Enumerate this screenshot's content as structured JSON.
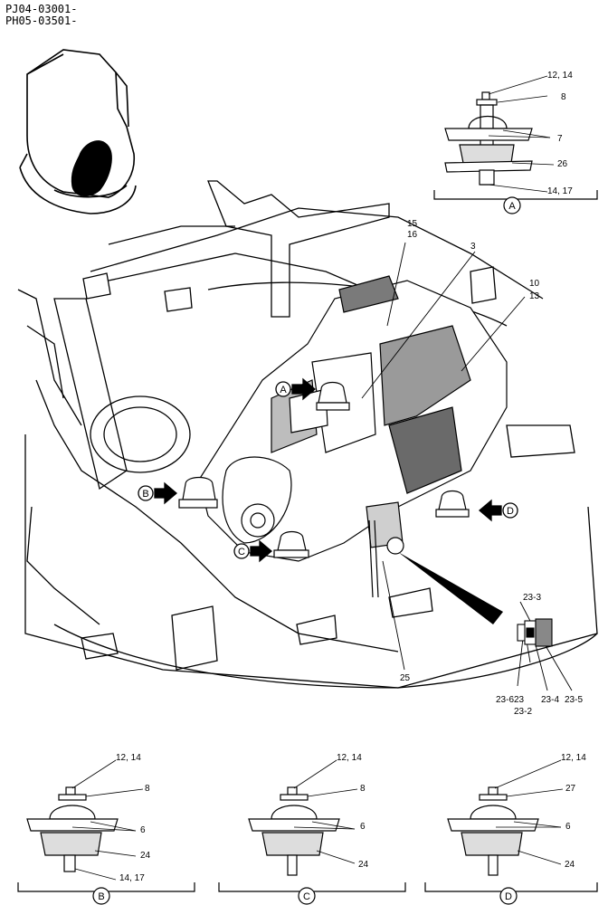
{
  "header": {
    "line1": "PJ04-03001-",
    "line2": "PH05-03501-"
  },
  "callouts": {
    "c12_14": "12, 14",
    "c8": "8",
    "c7": "7",
    "c26": "26",
    "c14_17": "14, 17",
    "c15": "15",
    "c16": "16",
    "c3": "3",
    "c10": "10",
    "c13": "13",
    "c25": "25",
    "c23_3": "23-3",
    "c23_6": "23-6",
    "c23": "23",
    "c23_2": "23-2",
    "c23_4": "23-4",
    "c23_5": "23-5",
    "b12_14": "12, 14",
    "b8": "8",
    "b6": "6",
    "b24": "24",
    "b14_17": "14, 17",
    "cc12_14": "12, 14",
    "cc8": "8",
    "cc6": "6",
    "cc24": "24",
    "d12_14": "12, 14",
    "d27": "27",
    "d6": "6",
    "d24": "24"
  },
  "views": {
    "A": "A",
    "B": "B",
    "C": "C",
    "D": "D"
  },
  "markers": {
    "A": "A",
    "B": "B",
    "C": "C",
    "D": "D"
  }
}
